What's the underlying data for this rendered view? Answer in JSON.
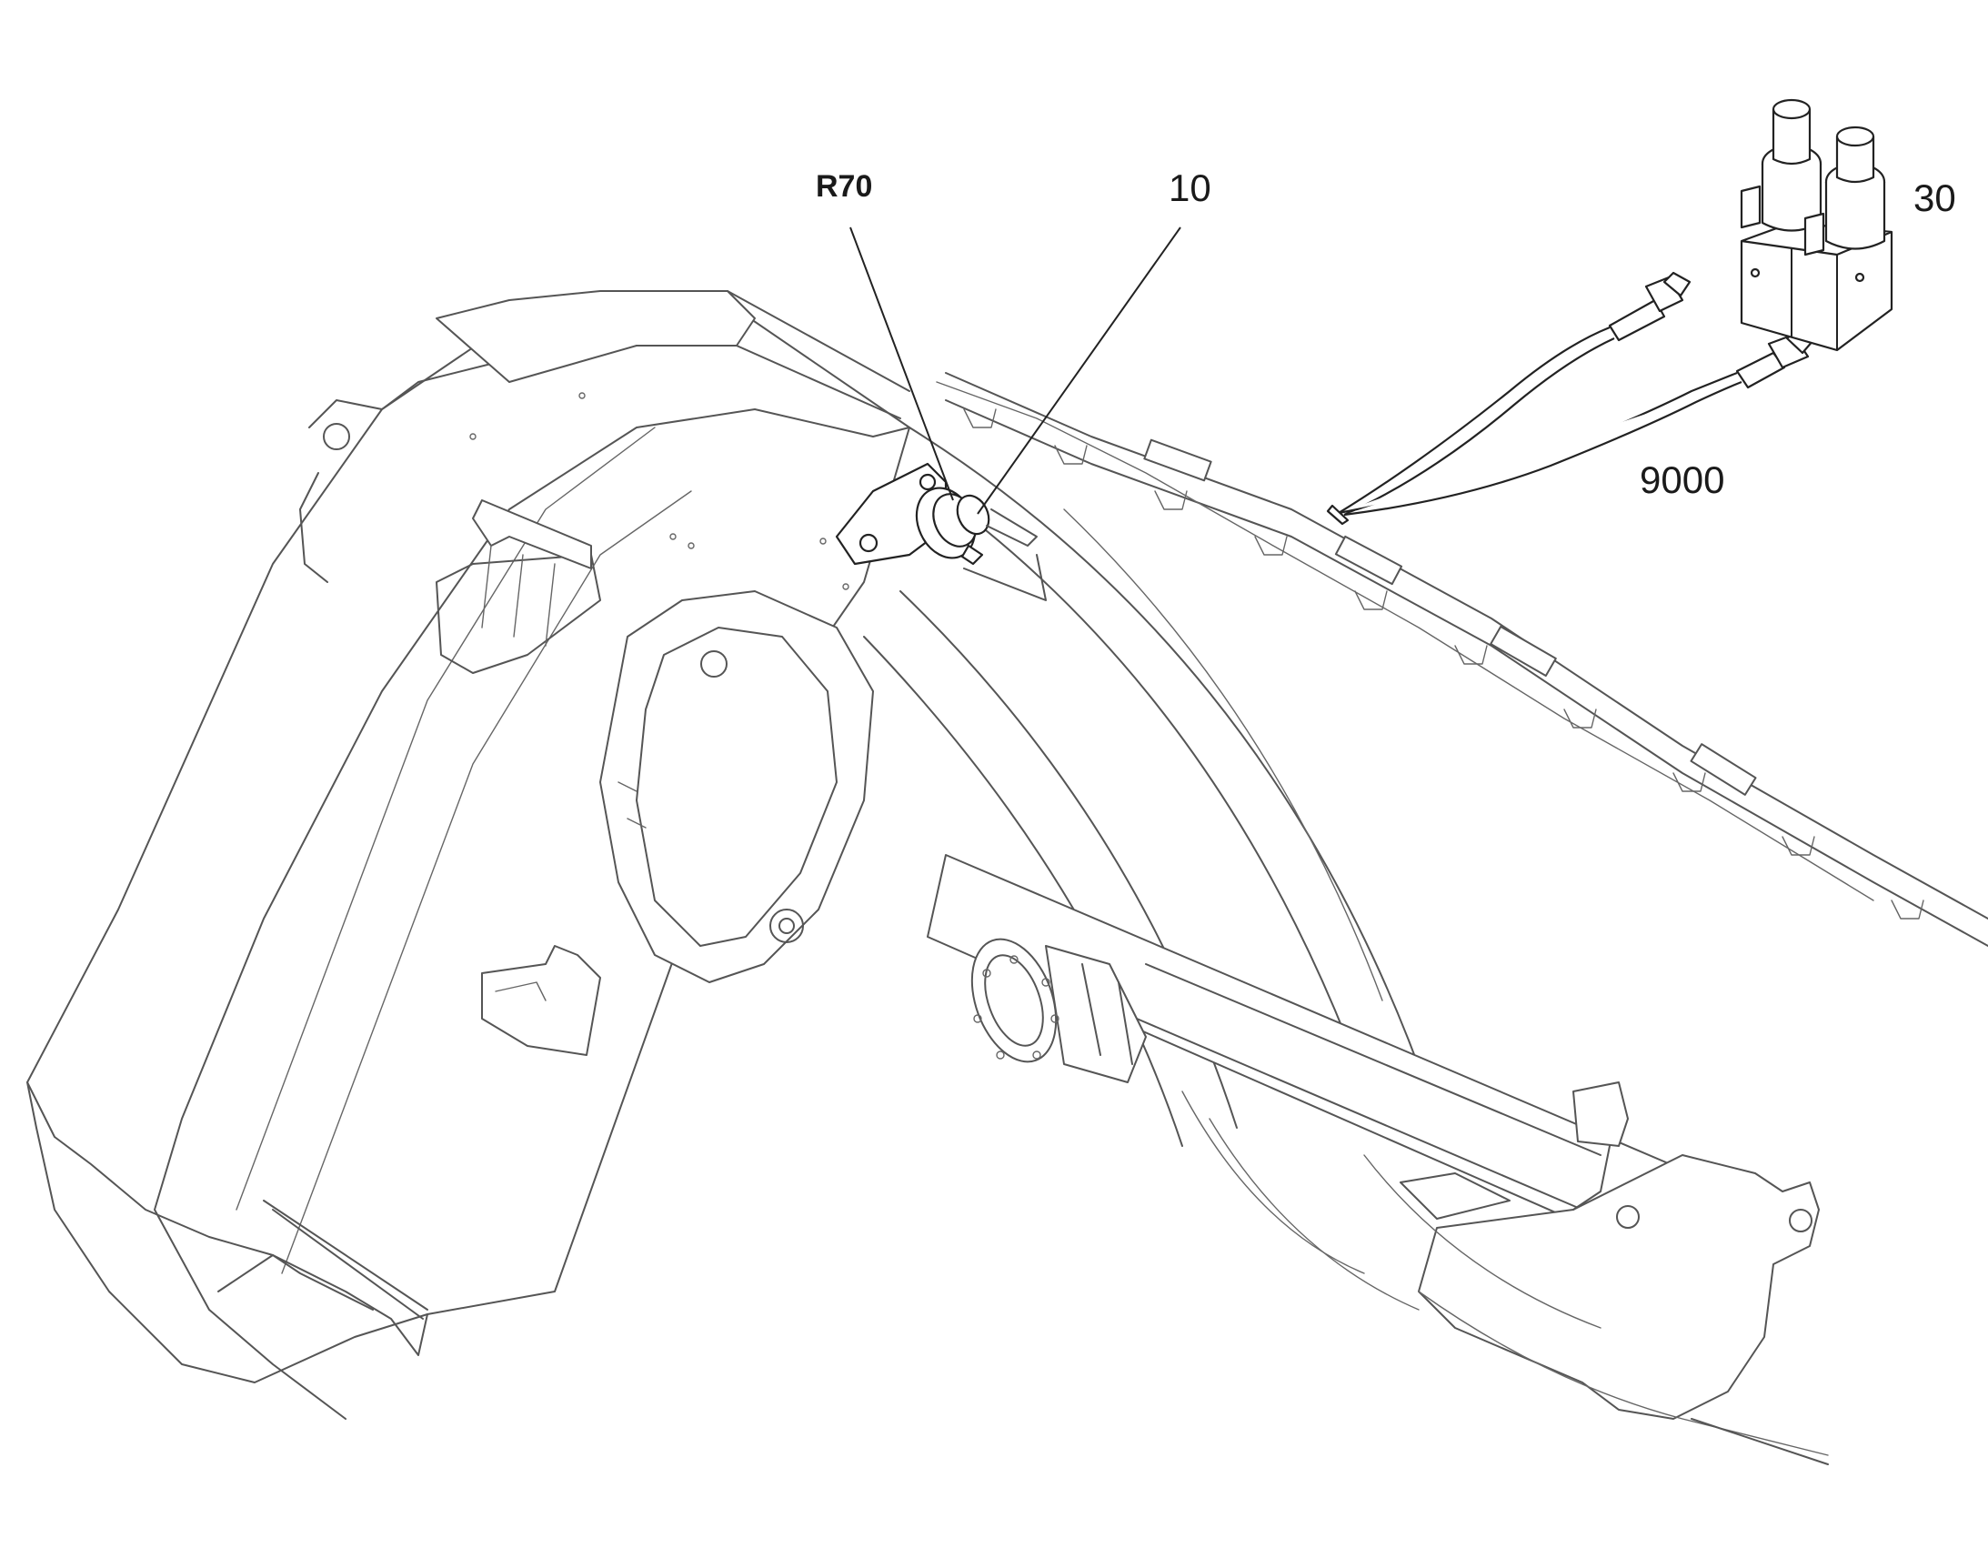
{
  "figure": {
    "callouts": [
      {
        "id": "r70",
        "label": "R70"
      },
      {
        "id": "10",
        "label": "10"
      },
      {
        "id": "30",
        "label": "30"
      },
      {
        "id": "9000",
        "label": "9000"
      }
    ]
  }
}
